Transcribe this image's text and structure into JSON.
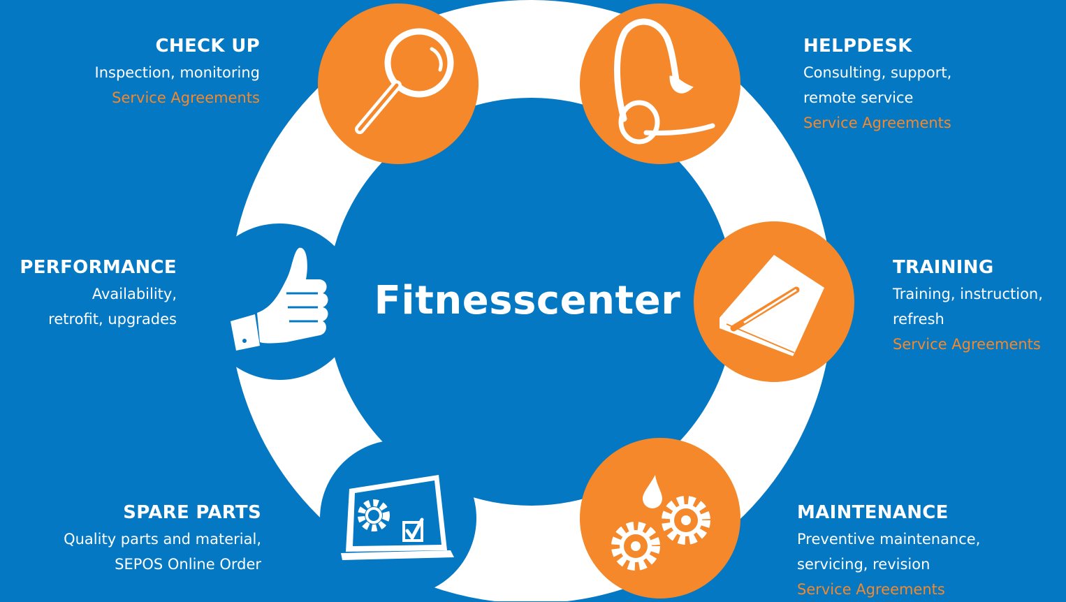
{
  "center": {
    "title": "Fitnesscenter"
  },
  "colors": {
    "background": "#0578c3",
    "ring": "#ffffff",
    "accent": "#f5882a"
  },
  "segments": [
    {
      "id": "check-up",
      "title": "CHECK UP",
      "lines": [
        "Inspection, monitoring"
      ],
      "link": "Service Agreements",
      "icon": "magnifier-icon",
      "highlight": true
    },
    {
      "id": "helpdesk",
      "title": "HELPDESK",
      "lines": [
        "Consulting, support,",
        "remote service"
      ],
      "link": "Service Agreements",
      "icon": "headset-icon",
      "highlight": true
    },
    {
      "id": "training",
      "title": "TRAINING",
      "lines": [
        "Training, instruction,",
        "refresh"
      ],
      "link": "Service Agreements",
      "icon": "book-pen-icon",
      "highlight": true
    },
    {
      "id": "maintenance",
      "title": "MAINTENANCE",
      "lines": [
        "Preventive maintenance,",
        "servicing, revision"
      ],
      "link": "Service Agreements",
      "icon": "gears-oil-icon",
      "highlight": true
    },
    {
      "id": "spare-parts",
      "title": "SPARE PARTS",
      "lines": [
        "Quality parts and material,",
        "SEPOS Online Order"
      ],
      "link": "",
      "icon": "monitor-gear-icon",
      "highlight": false
    },
    {
      "id": "performance",
      "title": "PERFORMANCE",
      "lines": [
        "Availability,",
        "retrofit, upgrades"
      ],
      "link": "",
      "icon": "thumbs-up-icon",
      "highlight": false
    }
  ]
}
